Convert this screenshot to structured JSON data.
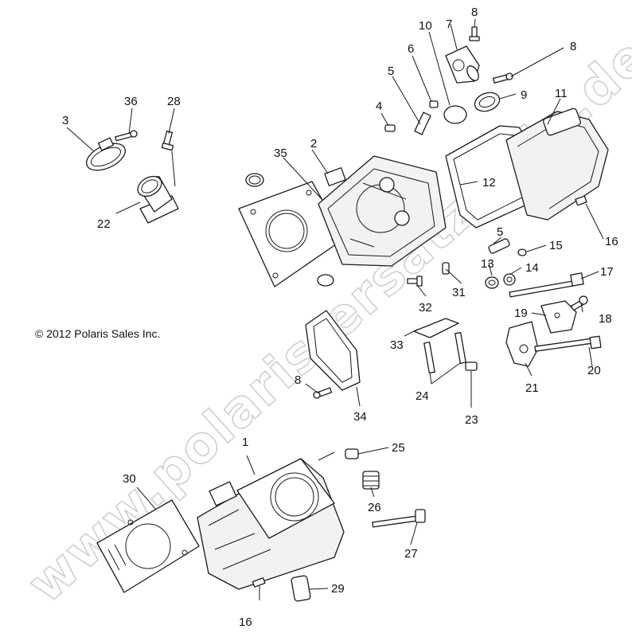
{
  "watermark": "www.polaris-ersatzteile.de",
  "copyright": "© 2012 Polaris Sales Inc.",
  "callouts": {
    "c1": "1",
    "c2": "2",
    "c3": "3",
    "c4": "4",
    "c5a": "5",
    "c5b": "5",
    "c6": "6",
    "c7": "7",
    "c8a": "8",
    "c8b": "8",
    "c8c": "8",
    "c9": "9",
    "c10": "10",
    "c11": "11",
    "c12": "12",
    "c13": "13",
    "c14": "14",
    "c15": "15",
    "c16a": "16",
    "c16b": "16",
    "c17": "17",
    "c18": "18",
    "c19": "19",
    "c20": "20",
    "c21": "21",
    "c22": "22",
    "c23": "23",
    "c24": "24",
    "c25": "25",
    "c26": "26",
    "c27": "27",
    "c28": "28",
    "c29": "29",
    "c30": "30",
    "c31": "31",
    "c32": "32",
    "c33": "33",
    "c34": "34",
    "c35": "35",
    "c36": "36"
  }
}
